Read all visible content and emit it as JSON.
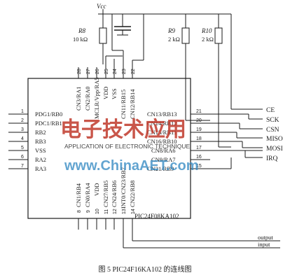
{
  "schematic": {
    "vcc_label": "Vcc",
    "resistors": [
      {
        "ref": "R8",
        "value": "10 kΩ"
      },
      {
        "ref": "R9",
        "value": "2 kΩ"
      },
      {
        "ref": "R10",
        "value": "2 kΩ"
      }
    ],
    "chip": {
      "name": "PIC24F08KA102",
      "left_pins": [
        {
          "num": "1",
          "label": "PDG1/RB0"
        },
        {
          "num": "2",
          "label": "PDC1/RB1"
        },
        {
          "num": "3",
          "label": "RB2"
        },
        {
          "num": "4",
          "label": "RB3"
        },
        {
          "num": "5",
          "label": "VSS"
        },
        {
          "num": "6",
          "label": "RA2"
        },
        {
          "num": "7",
          "label": "RA3"
        }
      ],
      "top_pins": [
        {
          "num": "28",
          "label": "CN3/RA1"
        },
        {
          "num": "27",
          "label": "CN2/RA0"
        },
        {
          "num": "26",
          "label": "MCLR/Vpp/RA5"
        },
        {
          "num": "25",
          "label": "VDD"
        },
        {
          "num": "24",
          "label": "VSS"
        },
        {
          "num": "23",
          "label": "CN11/RB15"
        },
        {
          "num": "22",
          "label": "CN12/RB14"
        }
      ],
      "right_pins": [
        {
          "num": "21",
          "label": "CN13/RB13"
        },
        {
          "num": "20",
          "label": "CN14/RB12"
        },
        {
          "num": "19",
          "label": "CN15/RB11"
        },
        {
          "num": "18",
          "label": "CN16/RB10"
        },
        {
          "num": "17",
          "label": "CN8/RA6"
        },
        {
          "num": "16",
          "label": "CN9/RA7"
        },
        {
          "num": "15",
          "label": "CN21/RB9"
        }
      ],
      "bottom_pins": [
        {
          "num": "8",
          "label": "CN1/RB4"
        },
        {
          "num": "9",
          "label": "CN0/RA4"
        },
        {
          "num": "10",
          "label": "VDD"
        },
        {
          "num": "11",
          "label": "CN27/RB5"
        },
        {
          "num": "12",
          "label": "CN24/RB6"
        },
        {
          "num": "13",
          "label": "INT0/CN23/RB7"
        },
        {
          "num": "14",
          "label": "CN22/RB8"
        }
      ]
    },
    "signals": [
      "CE",
      "SCK",
      "CSN",
      "MISO",
      "MOSI",
      "IRQ"
    ],
    "io_labels": [
      "output",
      "input"
    ],
    "watermark": {
      "brand": "电子技术应用",
      "subtitle": "APPLICATION OF ELECTRONIC TECHNIQUE",
      "url": "www.ChinaAET.com"
    }
  },
  "caption": "图 5  PIC24F16KA102 的连线图"
}
